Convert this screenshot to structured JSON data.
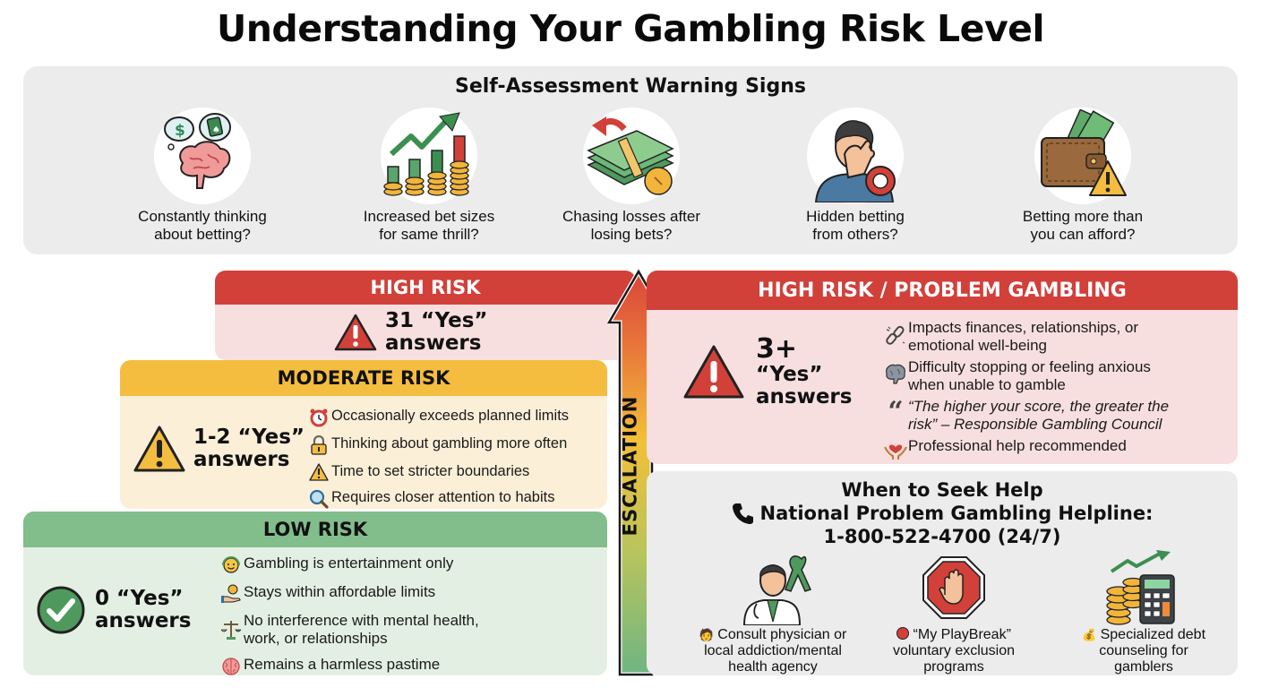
{
  "title": "Understanding Your Gambling Risk Level",
  "warning_signs": {
    "title": "Self-Assessment Warning Signs",
    "items": [
      {
        "icon": "brain-thought-bubble-icon",
        "label_line1": "Constantly thinking",
        "label_line2": "about betting?"
      },
      {
        "icon": "rising-bars-coins-icon",
        "label_line1": "Increased bet sizes",
        "label_line2": "for same thrill?"
      },
      {
        "icon": "cash-stack-return-arrow-icon",
        "label_line1": "Chasing losses after",
        "label_line2": "losing bets?"
      },
      {
        "icon": "person-hiding-face-icon",
        "label_line1": "Hidden betting",
        "label_line2": "from others?"
      },
      {
        "icon": "wallet-warning-icon",
        "label_line1": "Betting more than",
        "label_line2": "you can afford?"
      }
    ]
  },
  "tiers": {
    "high": {
      "heading": "HIGH RISK",
      "count_line1": "31 “Yes”",
      "count_line2": "answers",
      "color": "#d2403a"
    },
    "moderate": {
      "heading": "MODERATE RISK",
      "count_line1": "1-2 “Yes”",
      "count_line2": "answers",
      "color": "#f4bd3f",
      "bullets": [
        {
          "icon": "alarm-clock-icon",
          "text": "Occasionally exceeds planned limits"
        },
        {
          "icon": "padlock-icon",
          "text": "Thinking about gambling more often"
        },
        {
          "icon": "warning-triangle-icon",
          "text": "Time to set stricter boundaries"
        },
        {
          "icon": "magnifying-glass-icon",
          "text": "Requires closer attention to habits"
        }
      ]
    },
    "low": {
      "heading": "LOW RISK",
      "count_line1": "0 “Yes”",
      "count_line2": "answers",
      "color": "#82be8b",
      "bullets": [
        {
          "icon": "smiley-headset-icon",
          "text": "Gambling is entertainment only"
        },
        {
          "icon": "hand-coin-icon",
          "text": "Stays within affordable limits"
        },
        {
          "icon": "balance-scale-icon",
          "text_line1": "No interference with mental health,",
          "text_line2": "work, or relationships"
        },
        {
          "icon": "brain-icon",
          "text": "Remains a harmless pastime"
        }
      ]
    }
  },
  "escalation": {
    "label": "ESCALATION"
  },
  "problem_gambling": {
    "heading": "HIGH RISK / PROBLEM GAMBLING",
    "count_line1": "3+",
    "count_line2": "“Yes”",
    "count_line3": "answers",
    "bullets": [
      {
        "icon": "broken-chain-icon",
        "text_line1": "Impacts finances, relationships, or",
        "text_line2": "emotional well-being"
      },
      {
        "icon": "brain-gray-icon",
        "text_line1": "Difficulty stopping or feeling anxious",
        "text_line2": "when unable to gamble"
      },
      {
        "icon": "quote-mark-icon",
        "text_line1": "“The higher your score, the greater the",
        "text_line2": "risk” – Responsible Gambling Council"
      },
      {
        "icon": "hands-heart-icon",
        "text": "Professional help recommended"
      }
    ]
  },
  "seek_help": {
    "title": "When to Seek Help",
    "helpline_label": "National Problem Gambling Helpline:",
    "helpline_number": "1-800-522-4700 (24/7)",
    "resources": [
      {
        "icon": "doctor-ribbon-icon",
        "bullet_icon": "doctor-small-icon",
        "line1": "Consult physician or",
        "line2": "local addiction/mental",
        "line3": "health agency"
      },
      {
        "icon": "stop-hand-icon",
        "bullet_icon": "red-dot-icon",
        "line1": "“My PlayBreak”",
        "line2": "voluntary exclusion",
        "line3": "programs"
      },
      {
        "icon": "coins-calculator-icon",
        "bullet_icon": "money-bag-icon",
        "line1": "Specialized debt",
        "line2": "counseling for",
        "line3": "gamblers"
      }
    ]
  }
}
